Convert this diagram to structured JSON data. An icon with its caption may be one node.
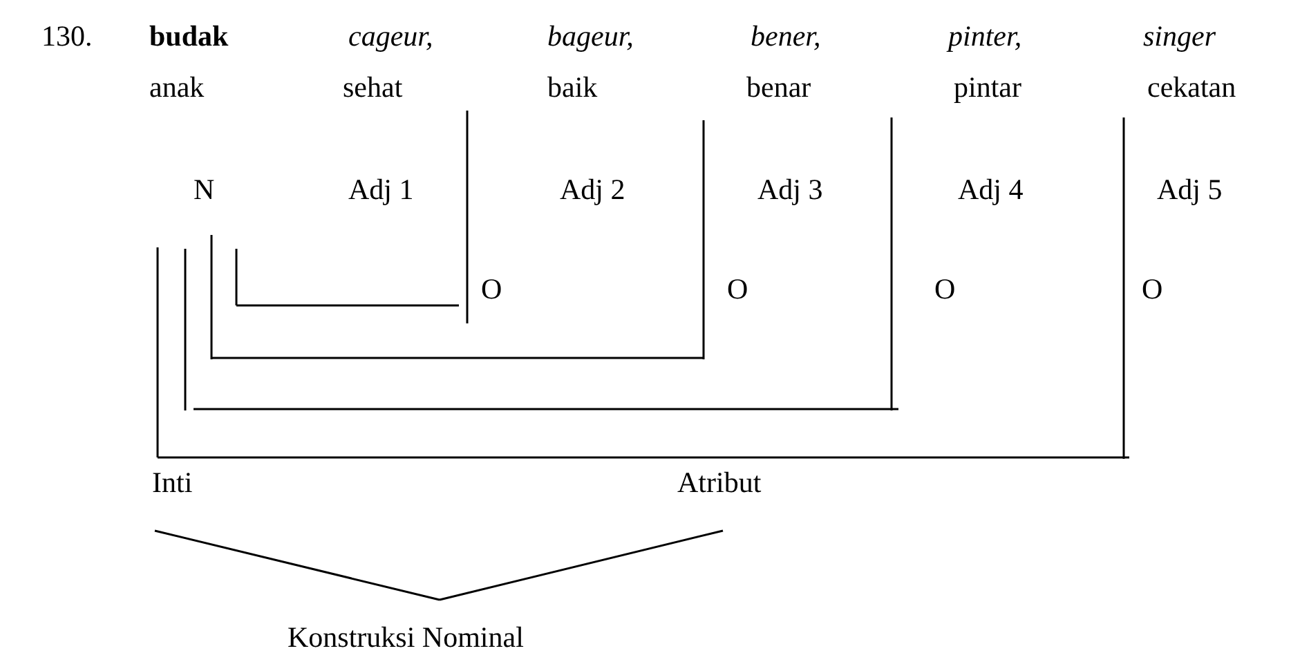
{
  "diagram": {
    "nodes": [
      {
        "text": [
          "Inti"
        ]
      },
      {
        "text": [
          "Atribut"
        ]
      },
      {
        "text": [
          "Konstruksi Nominal"
        ]
      }
    ],
    "edges": [
      {
        "from": 0,
        "to": 2,
        "arrow": "none"
      },
      {
        "from": 1,
        "to": 2,
        "arrow": "none"
      }
    ],
    "labels": [
      "130.",
      "budak",
      "cageur,",
      "bageur,",
      "bener,",
      "pinter,",
      "singer",
      "anak",
      "sehat",
      "baik",
      "benar",
      "pintar",
      "cekatan",
      "N",
      "Adj 1",
      "Adj 2",
      "Adj 3",
      "Adj 4",
      "Adj 5",
      "O",
      "O",
      "O",
      "O"
    ]
  }
}
